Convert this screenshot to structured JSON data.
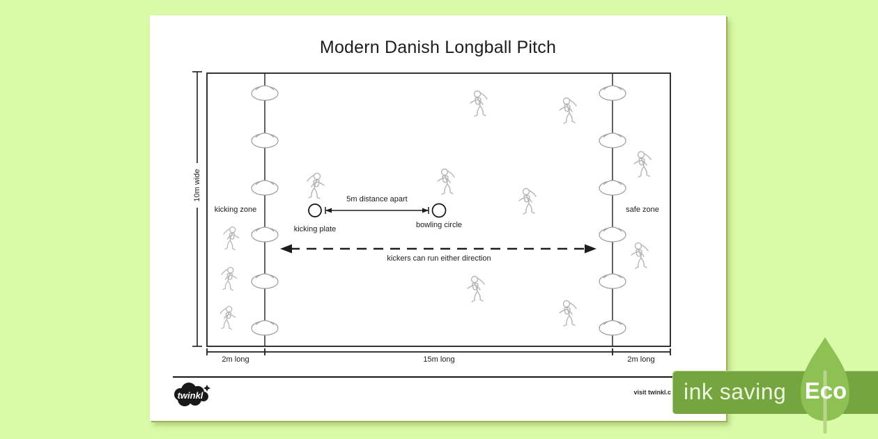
{
  "title": "Modern Danish Longball Pitch",
  "colors": {
    "background": "#d9faa6",
    "banner_green": "#75a540",
    "leaf_green": "#8dc153",
    "ink_text": "#edf6dc",
    "line_black": "#1d1d1d",
    "sketch_gray": "#b5b5b5"
  },
  "pitch": {
    "width_label": "10m wide",
    "kicking_zone_label": "kicking zone",
    "safe_zone_label": "safe zone",
    "distance_label": "5m distance apart",
    "kicking_plate_label": "kicking plate",
    "bowling_circle_label": "bowling circle",
    "run_label": "kickers can run either direction",
    "left_length_label": "2m long",
    "middle_length_label": "15m long",
    "right_length_label": "2m long"
  },
  "icons": {
    "cone": "training-cone",
    "player": "player-sketch",
    "leaf": "eco-leaf"
  },
  "footer": {
    "logo_text": "twinkl",
    "visit_text": "visit twinkl.c"
  },
  "banner": {
    "ink_saving": "ink saving",
    "eco": "Eco"
  }
}
